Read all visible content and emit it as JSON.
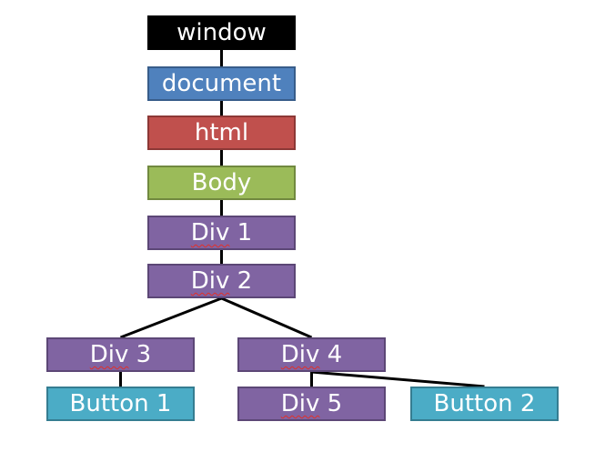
{
  "diagram": {
    "nodes": {
      "window": {
        "label": "window",
        "fill": "#000000",
        "border": "#000000"
      },
      "document": {
        "label": "document",
        "fill": "#4f81bd",
        "border": "#385d8a"
      },
      "html": {
        "label": "html",
        "fill": "#c0504d",
        "border": "#8c3836"
      },
      "body": {
        "label": "Body",
        "fill": "#9bbb59",
        "border": "#71893f"
      },
      "div1": {
        "word": "Div",
        "num": "1",
        "fill": "#8064a2",
        "border": "#5c4776"
      },
      "div2": {
        "word": "Div",
        "num": "2",
        "fill": "#8064a2",
        "border": "#5c4776"
      },
      "div3": {
        "word": "Div",
        "num": "3",
        "fill": "#8064a2",
        "border": "#5c4776"
      },
      "div4": {
        "word": "Div",
        "num": "4",
        "fill": "#8064a2",
        "border": "#5c4776"
      },
      "div5": {
        "word": "Div",
        "num": "5",
        "fill": "#8064a2",
        "border": "#5c4776"
      },
      "button1": {
        "label": "Button 1",
        "fill": "#4bacc6",
        "border": "#357d91"
      },
      "button2": {
        "label": "Button 2",
        "fill": "#4bacc6",
        "border": "#357d91"
      }
    },
    "edges": [
      [
        "window",
        "document"
      ],
      [
        "document",
        "html"
      ],
      [
        "html",
        "body"
      ],
      [
        "body",
        "div1"
      ],
      [
        "div1",
        "div2"
      ],
      [
        "div2",
        "div3"
      ],
      [
        "div2",
        "div4"
      ],
      [
        "div3",
        "button1"
      ],
      [
        "div4",
        "div5"
      ],
      [
        "div4",
        "button2"
      ]
    ]
  }
}
